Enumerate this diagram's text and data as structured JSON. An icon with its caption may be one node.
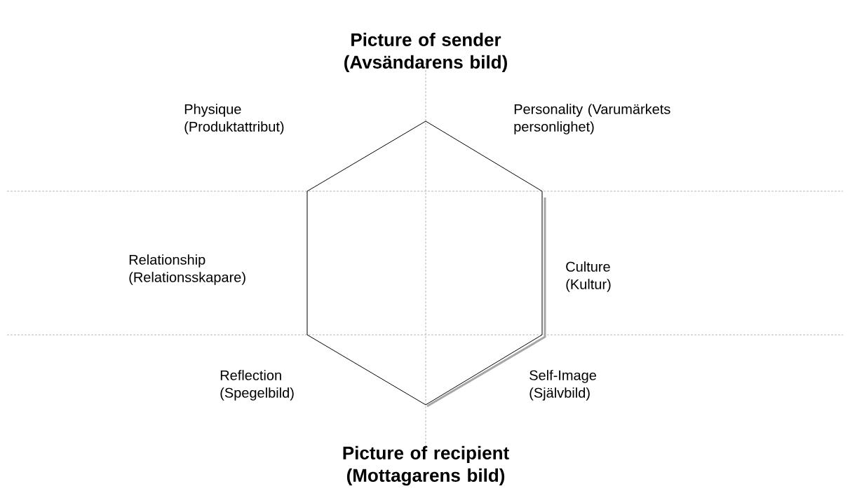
{
  "diagram": {
    "labels": [
      "Picture of sender (Avsändarens bild)",
      "Physique (Produktattribut)",
      "Personality (Varumärkets personlighet)",
      "Relationship (Relationsskapare)",
      "Culture (Kultur)",
      "Reflection (Spegelbild)",
      "Self-Image (Självbild)",
      "Picture of recipient (Mottagarens bild)"
    ]
  }
}
